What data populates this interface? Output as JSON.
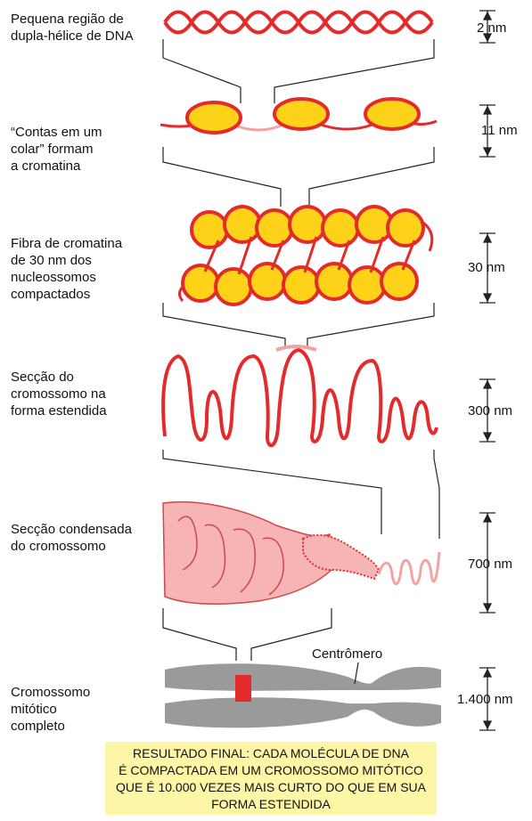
{
  "levels": [
    {
      "label": "Pequena região de\ndupla-hélice de DNA",
      "scale": "2 nm"
    },
    {
      "label": "“Contas em um\ncolar” formam\na cromatina",
      "scale": "11 nm"
    },
    {
      "label": "Fibra de cromatina\nde 30 nm dos\nnucleossomos\ncompactados",
      "scale": "30 nm"
    },
    {
      "label": "Secção do\ncromossomo na\nforma estendida",
      "scale": "300 nm"
    },
    {
      "label": "Secção condensada\ndo cromossomo",
      "scale": "700 nm"
    },
    {
      "label": "Cromossomo\nmitótico\ncompleto",
      "scale": "1.400 nm"
    }
  ],
  "centromere_label": "Centrômero",
  "result_box": {
    "line1": "RESULTADO FINAL: CADA MOLÉCULA DE DNA",
    "line2": "É COMPACTADA EM UM CROMOSSOMO MITÓTICO",
    "line3": "QUE É 10.000 VEZES MAIS CURTO DO QUE EM SUA",
    "line4": "FORMA ESTENDIDA"
  },
  "colors": {
    "dna_red": "#e32b2b",
    "nucleosome_yellow": "#ffd21a",
    "linker_pink": "#f4a3a3",
    "condensed_pink": "#f6b4b4",
    "chromosome_gray": "#9a9a9a",
    "box_yellow": "#fdf6a6"
  }
}
